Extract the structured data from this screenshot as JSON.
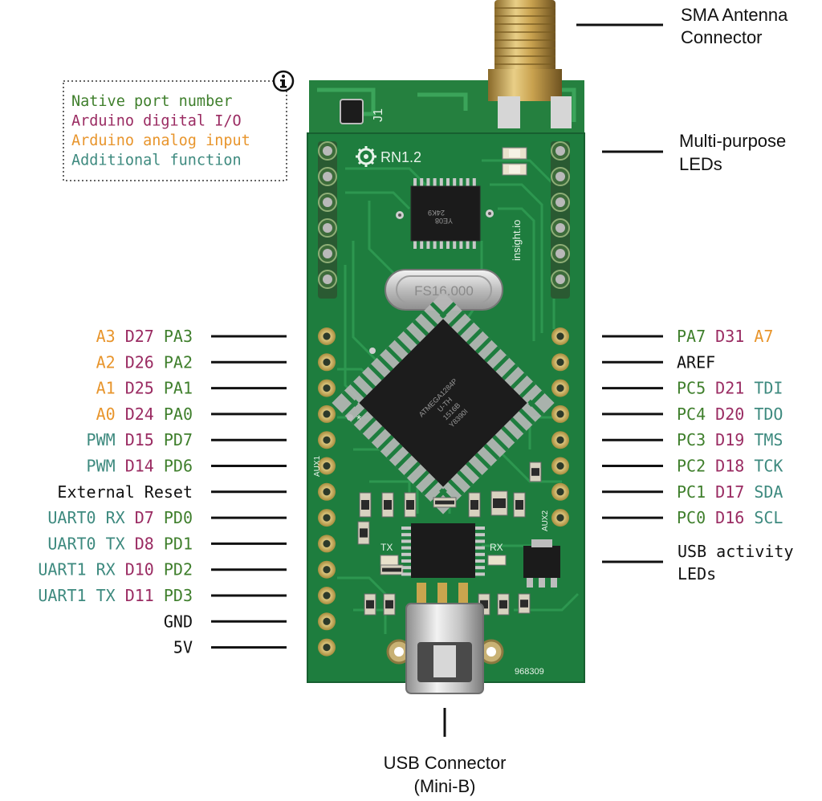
{
  "colors": {
    "native": "#3f7f2c",
    "digital": "#9a2b62",
    "analog": "#e8952c",
    "additional": "#3e8a7f",
    "plain": "#111111",
    "pcb": "#1e7d3e"
  },
  "legend": {
    "info_icon": "info-icon",
    "items": [
      {
        "text": "Native port number",
        "kind": "native"
      },
      {
        "text": "Arduino digital I/O",
        "kind": "digital"
      },
      {
        "text": "Arduino analog input",
        "kind": "analog"
      },
      {
        "text": "Additional function",
        "kind": "additional"
      }
    ]
  },
  "callouts": {
    "sma": [
      "SMA Antenna",
      "Connector"
    ],
    "leds": [
      "Multi-purpose",
      "LEDs"
    ],
    "usb_activity": [
      "USB activity",
      "LEDs"
    ],
    "usb_connector": [
      "USB Connector",
      "(Mini-B)"
    ]
  },
  "left_pins": [
    {
      "parts": [
        {
          "t": "A3",
          "k": "analog"
        },
        {
          "t": "D27",
          "k": "digital"
        },
        {
          "t": "PA3",
          "k": "native"
        }
      ]
    },
    {
      "parts": [
        {
          "t": "A2",
          "k": "analog"
        },
        {
          "t": "D26",
          "k": "digital"
        },
        {
          "t": "PA2",
          "k": "native"
        }
      ]
    },
    {
      "parts": [
        {
          "t": "A1",
          "k": "analog"
        },
        {
          "t": "D25",
          "k": "digital"
        },
        {
          "t": "PA1",
          "k": "native"
        }
      ]
    },
    {
      "parts": [
        {
          "t": "A0",
          "k": "analog"
        },
        {
          "t": "D24",
          "k": "digital"
        },
        {
          "t": "PA0",
          "k": "native"
        }
      ]
    },
    {
      "parts": [
        {
          "t": "PWM",
          "k": "additional"
        },
        {
          "t": "D15",
          "k": "digital"
        },
        {
          "t": "PD7",
          "k": "native"
        }
      ]
    },
    {
      "parts": [
        {
          "t": "PWM",
          "k": "additional"
        },
        {
          "t": "D14",
          "k": "digital"
        },
        {
          "t": "PD6",
          "k": "native"
        }
      ]
    },
    {
      "parts": [
        {
          "t": "External Reset",
          "k": "plain"
        }
      ]
    },
    {
      "parts": [
        {
          "t": "UART0 RX",
          "k": "additional"
        },
        {
          "t": "D7",
          "k": "digital"
        },
        {
          "t": "PD0",
          "k": "native"
        }
      ]
    },
    {
      "parts": [
        {
          "t": "UART0 TX",
          "k": "additional"
        },
        {
          "t": "D8",
          "k": "digital"
        },
        {
          "t": "PD1",
          "k": "native"
        }
      ]
    },
    {
      "parts": [
        {
          "t": "UART1 RX",
          "k": "additional"
        },
        {
          "t": "D10",
          "k": "digital"
        },
        {
          "t": "PD2",
          "k": "native"
        }
      ]
    },
    {
      "parts": [
        {
          "t": "UART1 TX",
          "k": "additional"
        },
        {
          "t": "D11",
          "k": "digital"
        },
        {
          "t": "PD3",
          "k": "native"
        }
      ]
    },
    {
      "parts": [
        {
          "t": "GND",
          "k": "plain"
        }
      ]
    },
    {
      "parts": [
        {
          "t": "5V",
          "k": "plain"
        }
      ]
    }
  ],
  "right_pins": [
    {
      "parts": [
        {
          "t": "PA7",
          "k": "native"
        },
        {
          "t": "D31",
          "k": "digital"
        },
        {
          "t": "A7",
          "k": "analog"
        }
      ]
    },
    {
      "parts": [
        {
          "t": "AREF",
          "k": "plain"
        }
      ]
    },
    {
      "parts": [
        {
          "t": "PC5",
          "k": "native"
        },
        {
          "t": "D21",
          "k": "digital"
        },
        {
          "t": "TDI",
          "k": "additional"
        }
      ]
    },
    {
      "parts": [
        {
          "t": "PC4",
          "k": "native"
        },
        {
          "t": "D20",
          "k": "digital"
        },
        {
          "t": "TDO",
          "k": "additional"
        }
      ]
    },
    {
      "parts": [
        {
          "t": "PC3",
          "k": "native"
        },
        {
          "t": "D19",
          "k": "digital"
        },
        {
          "t": "TMS",
          "k": "additional"
        }
      ]
    },
    {
      "parts": [
        {
          "t": "PC2",
          "k": "native"
        },
        {
          "t": "D18",
          "k": "digital"
        },
        {
          "t": "TCK",
          "k": "additional"
        }
      ]
    },
    {
      "parts": [
        {
          "t": "PC1",
          "k": "native"
        },
        {
          "t": "D17",
          "k": "digital"
        },
        {
          "t": "SDA",
          "k": "additional"
        }
      ]
    },
    {
      "parts": [
        {
          "t": "PC0",
          "k": "native"
        },
        {
          "t": "D16",
          "k": "digital"
        },
        {
          "t": "SCL",
          "k": "additional"
        }
      ]
    }
  ],
  "board": {
    "version": "RN1.2",
    "crystal": "FS16.000",
    "serial": "968309",
    "brand": "insight.io",
    "aux1": "AUX1",
    "aux2": "AUX2",
    "j1": "J1",
    "led_rx": "RX",
    "led_tx": "TX",
    "mcu_lines": [
      "ATMEGA1284P",
      "U-TH",
      "1516B",
      "Y8390I"
    ],
    "usb_chip": "24K9",
    "usb_chip_code": "YE08"
  }
}
